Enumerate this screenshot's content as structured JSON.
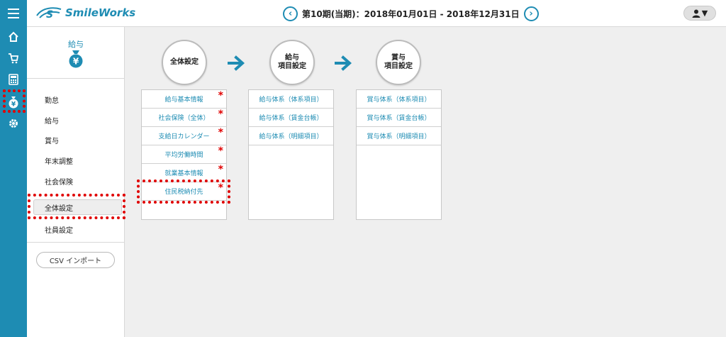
{
  "header": {
    "logo_text": "SmileWorks",
    "prev_icon": "chevron-left-icon",
    "next_icon": "chevron-right-icon",
    "period": "第10期(当期)：2018年01月01日 - 2018年12月31日",
    "user_icon": "user-icon",
    "dropdown_icon": "caret-down-icon"
  },
  "rail": {
    "icons": [
      "home-icon",
      "cart-icon",
      "calculator-icon",
      "money-bag-icon",
      "gear-icon"
    ]
  },
  "menu": {
    "title": "給与",
    "items": [
      "勤怠",
      "給与",
      "賞与",
      "年末調整",
      "社会保険"
    ],
    "active_item": "全体設定",
    "after_item": "社員設定",
    "csv_button": "CSV インポート"
  },
  "flow": {
    "steps": [
      {
        "line1": "全体設定",
        "line2": ""
      },
      {
        "line1": "給与",
        "line2": "項目設定"
      },
      {
        "line1": "賞与",
        "line2": "項目設定"
      }
    ]
  },
  "panels": [
    {
      "rows": [
        {
          "label": "給与基本情報",
          "required": "*"
        },
        {
          "label": "社会保険（全体）",
          "required": "*"
        },
        {
          "label": "支給日カレンダー",
          "required": "*"
        },
        {
          "label": "平均労働時間",
          "required": "*"
        },
        {
          "label": "就業基本情報",
          "required": "*"
        },
        {
          "label": "住民税納付先",
          "required": "*"
        }
      ]
    },
    {
      "rows": [
        {
          "label": "給与体系（体系項目）"
        },
        {
          "label": "給与体系（賃金台帳）"
        },
        {
          "label": "給与体系（明細項目）"
        }
      ]
    },
    {
      "rows": [
        {
          "label": "賞与体系（体系項目）"
        },
        {
          "label": "賞与体系（賃金台帳）"
        },
        {
          "label": "賞与体系（明細項目）"
        }
      ]
    }
  ],
  "colors": {
    "brand": "#1e8cb3",
    "highlight": "#e00000",
    "required": "#e00000"
  }
}
